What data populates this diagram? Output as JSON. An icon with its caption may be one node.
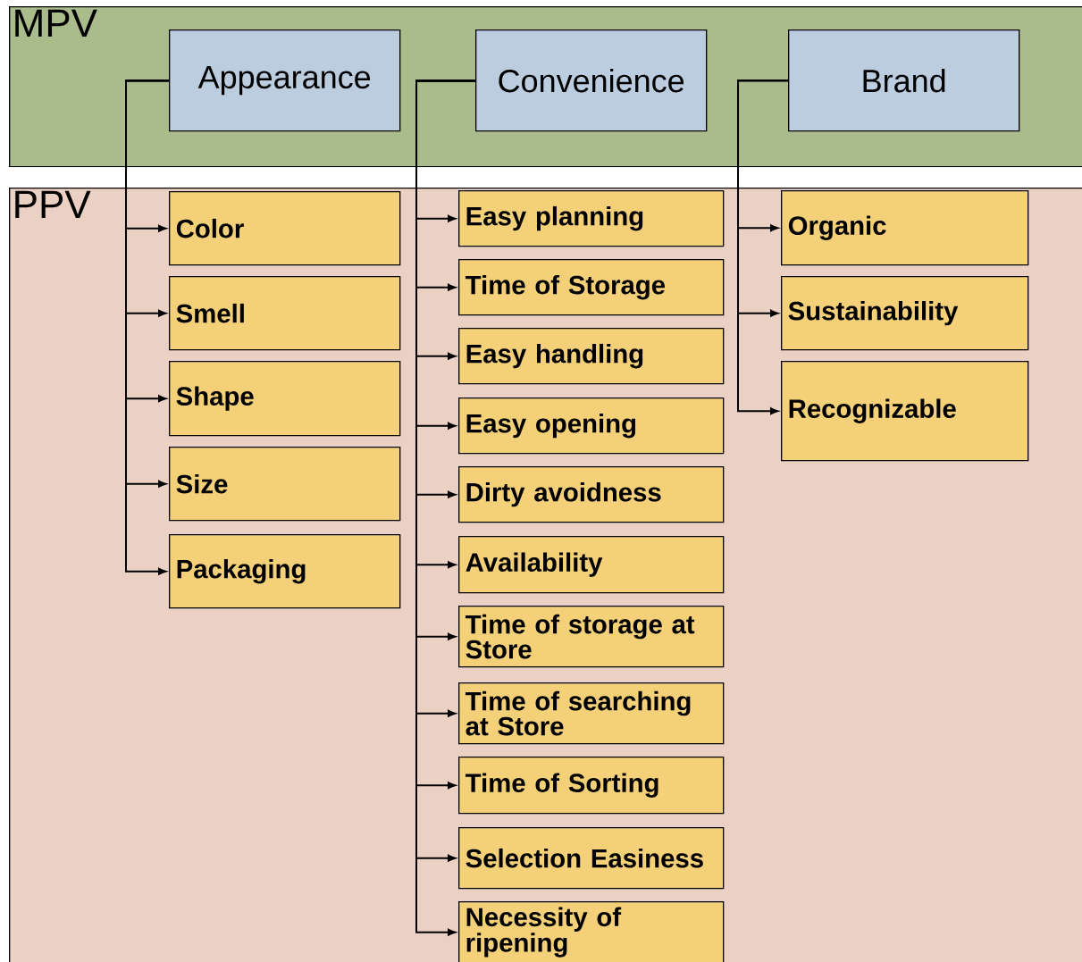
{
  "diagram": {
    "nodes": [
      {
        "text": [
          "MPV"
        ]
      },
      {
        "text": [
          "Appearance"
        ],
        "in": 0
      },
      {
        "text": [
          "Convenience"
        ],
        "in": 0
      },
      {
        "text": [
          "Brand"
        ],
        "in": 0
      },
      {
        "text": [
          "PPV"
        ]
      },
      {
        "text": [
          "Color"
        ],
        "in": 4
      },
      {
        "text": [
          "Smell"
        ],
        "in": 4
      },
      {
        "text": [
          "Shape"
        ],
        "in": 4
      },
      {
        "text": [
          "Size"
        ],
        "in": 4
      },
      {
        "text": [
          "Packaging"
        ],
        "in": 4
      },
      {
        "text": [
          "Easy planning"
        ],
        "in": 4
      },
      {
        "text": [
          "Time of Storage"
        ],
        "in": 4
      },
      {
        "text": [
          "Easy handling"
        ],
        "in": 4
      },
      {
        "text": [
          "Easy opening"
        ],
        "in": 4
      },
      {
        "text": [
          "Dirty avoidness"
        ],
        "in": 4
      },
      {
        "text": [
          "Availability"
        ],
        "in": 4
      },
      {
        "text": [
          "Time of storage at Store"
        ],
        "in": 4
      },
      {
        "text": [
          "Time of searching at Store"
        ],
        "in": 4
      },
      {
        "text": [
          "Time of Sorting"
        ],
        "in": 4
      },
      {
        "text": [
          "Selection Easiness"
        ],
        "in": 4
      },
      {
        "text": [
          "Necessity of ripening"
        ],
        "in": 4
      },
      {
        "text": [
          "Organic"
        ],
        "in": 4
      },
      {
        "text": [
          "Sustainability"
        ],
        "in": 4
      },
      {
        "text": [
          "Recognizable"
        ],
        "in": 4
      }
    ],
    "edges": [
      {
        "from": 1,
        "to": 5,
        "arrow": "to"
      },
      {
        "from": 1,
        "to": 6,
        "arrow": "to"
      },
      {
        "from": 1,
        "to": 7,
        "arrow": "to"
      },
      {
        "from": 1,
        "to": 8,
        "arrow": "to"
      },
      {
        "from": 1,
        "to": 9,
        "arrow": "to"
      },
      {
        "from": 2,
        "to": 10,
        "arrow": "to"
      },
      {
        "from": 2,
        "to": 11,
        "arrow": "to"
      },
      {
        "from": 2,
        "to": 12,
        "arrow": "to"
      },
      {
        "from": 2,
        "to": 13,
        "arrow": "to"
      },
      {
        "from": 2,
        "to": 14,
        "arrow": "to"
      },
      {
        "from": 2,
        "to": 15,
        "arrow": "to"
      },
      {
        "from": 2,
        "to": 16,
        "arrow": "to"
      },
      {
        "from": 2,
        "to": 17,
        "arrow": "to"
      },
      {
        "from": 2,
        "to": 18,
        "arrow": "to"
      },
      {
        "from": 2,
        "to": 19,
        "arrow": "to"
      },
      {
        "from": 2,
        "to": 20,
        "arrow": "to"
      },
      {
        "from": 3,
        "to": 21,
        "arrow": "to"
      },
      {
        "from": 3,
        "to": 22,
        "arrow": "to"
      },
      {
        "from": 3,
        "to": 23,
        "arrow": "to"
      }
    ]
  }
}
